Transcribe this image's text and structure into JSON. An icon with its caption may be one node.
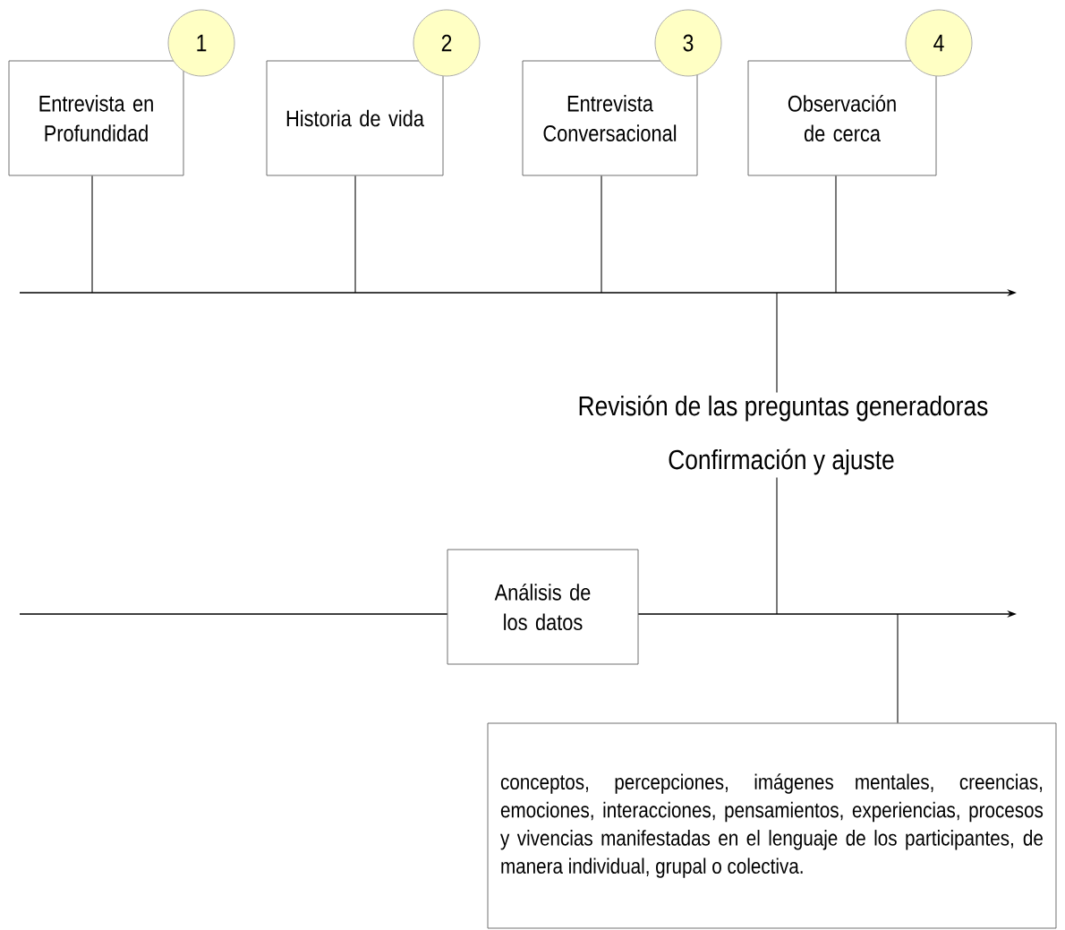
{
  "diagram": {
    "nodes": [
      {
        "text": [
          "Entrevista en Profundidad"
        ]
      },
      {
        "text": [
          "Historia de vida"
        ]
      },
      {
        "text": [
          "Entrevista Conversacional"
        ]
      },
      {
        "text": [
          "Observación de cerca"
        ]
      },
      {
        "text": [
          "1"
        ]
      },
      {
        "text": [
          "2"
        ]
      },
      {
        "text": [
          "3"
        ]
      },
      {
        "text": [
          "4"
        ]
      },
      {
        "text": [
          "Revisión de las preguntas generadoras"
        ]
      },
      {
        "text": [
          "Confirmación y ajuste"
        ]
      },
      {
        "text": [
          "Análisis de los datos"
        ]
      },
      {
        "text": [
          "conceptos, percepciones, imágenes mentales, creencias, emociones, interacciones, pensamientos, experiencias, procesos y vivencias manifestadas en el lenguaje de los participantes, de manera individual, grupal o colectiva."
        ]
      }
    ],
    "edges": [
      {
        "from": 0,
        "to": null,
        "arrow": "none"
      },
      {
        "from": 1,
        "to": null,
        "arrow": "none"
      },
      {
        "from": 2,
        "to": null,
        "arrow": "none"
      },
      {
        "from": 3,
        "to": null,
        "arrow": "none"
      },
      {
        "from": null,
        "to": 8,
        "arrow": "none"
      },
      {
        "from": 9,
        "to": null,
        "arrow": "none"
      },
      {
        "from": null,
        "to": 11,
        "arrow": "none"
      }
    ]
  }
}
